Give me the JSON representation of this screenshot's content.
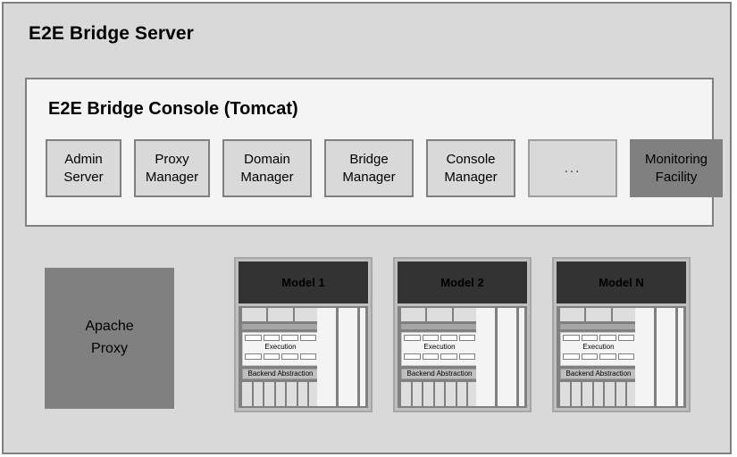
{
  "diagram": {
    "title": "E2E Bridge Server",
    "console": {
      "title": "E2E Bridge Console (Tomcat)",
      "modules": [
        {
          "name": "admin-server",
          "line1": "Admin",
          "line2": "Server",
          "style": "normal"
        },
        {
          "name": "proxy-manager",
          "line1": "Proxy",
          "line2": "Manager",
          "style": "normal"
        },
        {
          "name": "domain-manager",
          "line1": "Domain",
          "line2": "Manager",
          "style": "normal"
        },
        {
          "name": "bridge-manager",
          "line1": "Bridge",
          "line2": "Manager",
          "style": "normal"
        },
        {
          "name": "console-manager",
          "line1": "Console",
          "line2": "Manager",
          "style": "normal"
        },
        {
          "name": "more-modules",
          "line1": "...",
          "line2": "",
          "style": "ellipsis"
        },
        {
          "name": "monitoring-facility",
          "line1": "Monitoring",
          "line2": "Facility",
          "style": "highlight"
        }
      ]
    },
    "apache_proxy": {
      "line1": "Apache",
      "line2": "Proxy"
    },
    "models": [
      {
        "header": "Model 1",
        "execution_label": "Execution",
        "backend_label": "Backend Abstraction"
      },
      {
        "header": "Model 2",
        "execution_label": "Execution",
        "backend_label": "Backend Abstraction"
      },
      {
        "header": "Model N",
        "execution_label": "Execution",
        "backend_label": "Backend Abstraction"
      }
    ],
    "colors": {
      "page_background": "#d9d9d9",
      "panel_background": "#f4f4f4",
      "module_fill": "#d9d9d9",
      "module_border": "#808080",
      "highlight_fill": "#808080",
      "apache_fill": "#808080",
      "model_header_fill": "#333333",
      "model_body_fill": "#808080",
      "model_border": "#a6a6a6"
    }
  }
}
